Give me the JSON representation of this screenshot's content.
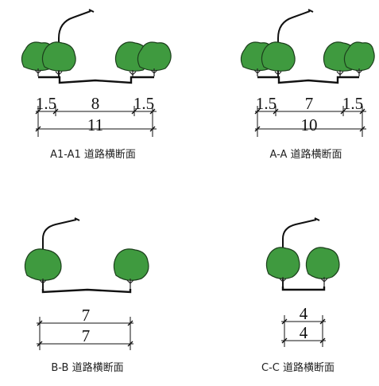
{
  "panels": [
    {
      "id": "a1",
      "caption": "A1-A1 道路横断面",
      "row1": [
        "1.5",
        "8",
        "1.5"
      ],
      "row2": [
        "11"
      ],
      "trees_per_side": 2,
      "has_lamp": true
    },
    {
      "id": "a",
      "caption": "A-A 道路横断面",
      "row1": [
        "1.5",
        "7",
        "1.5"
      ],
      "row2": [
        "10"
      ],
      "trees_per_side": 2,
      "has_lamp": true
    },
    {
      "id": "b",
      "caption": "B-B 道路横断面",
      "row1": [
        "7"
      ],
      "row2": [
        "7"
      ],
      "trees_per_side": 1,
      "has_lamp": true
    },
    {
      "id": "c",
      "caption": "C-C 道路横断面",
      "row1": [
        "4"
      ],
      "row2": [
        "4"
      ],
      "trees_per_side": 1,
      "has_lamp": true
    }
  ]
}
